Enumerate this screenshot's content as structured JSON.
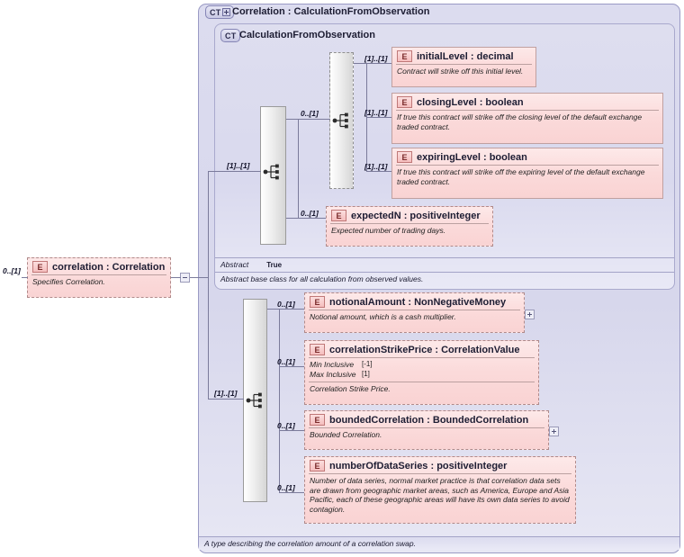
{
  "diagram": {
    "type": "xsd-schema-diagram",
    "root_type_badge": "CT",
    "root_title": "Correlation : CalculationFromObservation",
    "base_type_badge": "CT",
    "base_title": "CalculationFromObservation",
    "base_abstract_label": "Abstract",
    "base_abstract_value": "True",
    "base_annotation": "Abstract base class for all calculation from observed values.",
    "footer_annotation": "A type describing the correlation amount of a correlation swap."
  },
  "source_element": {
    "badge": "E",
    "name": "correlation : Correlation",
    "annotation": "Specifies Correlation.",
    "cardinality": "0..[1]"
  },
  "compositors": [
    {
      "name": "base-sequence-outer",
      "cardinality": "[1]..[1]",
      "icon": "sequence-icon"
    },
    {
      "name": "base-sequence-inner",
      "cardinality": "0..[1]",
      "icon": "sequence-icon"
    },
    {
      "name": "correlation-sequence",
      "cardinality": "[1]..[1]",
      "icon": "sequence-icon"
    }
  ],
  "base_elements": [
    {
      "badge": "E",
      "name": "initialLevel : decimal",
      "cardinality": "[1]..[1]",
      "annotation": "Contract will strike off this initial level.",
      "expander": null,
      "facets": []
    },
    {
      "badge": "E",
      "name": "closingLevel : boolean",
      "cardinality": "[1]..[1]",
      "annotation": "If true this contract will strike off the closing level of the default exchange traded contract.",
      "expander": null,
      "facets": []
    },
    {
      "badge": "E",
      "name": "expiringLevel : boolean",
      "cardinality": "[1]..[1]",
      "annotation": "If true this contract will strike off the expiring level of the default exchange traded contract.",
      "expander": null,
      "facets": []
    },
    {
      "badge": "E",
      "name": "expectedN : positiveInteger",
      "cardinality": "0..[1]",
      "annotation": "Expected number of trading days.",
      "expander": null,
      "facets": []
    }
  ],
  "correlation_elements": [
    {
      "badge": "E",
      "name": "notionalAmount : NonNegativeMoney",
      "cardinality": "0..[1]",
      "annotation": "Notional amount, which is a cash multiplier.",
      "expander": "plus",
      "facets": []
    },
    {
      "badge": "E",
      "name": "correlationStrikePrice : CorrelationValue",
      "cardinality": "0..[1]",
      "annotation": "Correlation Strike Price.",
      "expander": null,
      "facets": [
        {
          "label": "Min Inclusive",
          "value": "[-1]"
        },
        {
          "label": "Max Inclusive",
          "value": "[1]"
        }
      ]
    },
    {
      "badge": "E",
      "name": "boundedCorrelation : BoundedCorrelation",
      "cardinality": "0..[1]",
      "annotation": "Bounded Correlation.",
      "expander": "plus",
      "facets": []
    },
    {
      "badge": "E",
      "name": "numberOfDataSeries : positiveInteger",
      "cardinality": "0..[1]",
      "annotation": "Number of data series, normal market practice is that correlation data sets are drawn from geographic market areas, such as America, Europe and Asia Pacific, each of these geographic areas will have its own data series to avoid contagion.",
      "expander": null,
      "facets": []
    }
  ],
  "colors": {
    "element_fill": "#fbdada",
    "panel_fill": "#dcdcef",
    "line": "#7b7b9b",
    "badge_text": "#7a2b2b"
  }
}
